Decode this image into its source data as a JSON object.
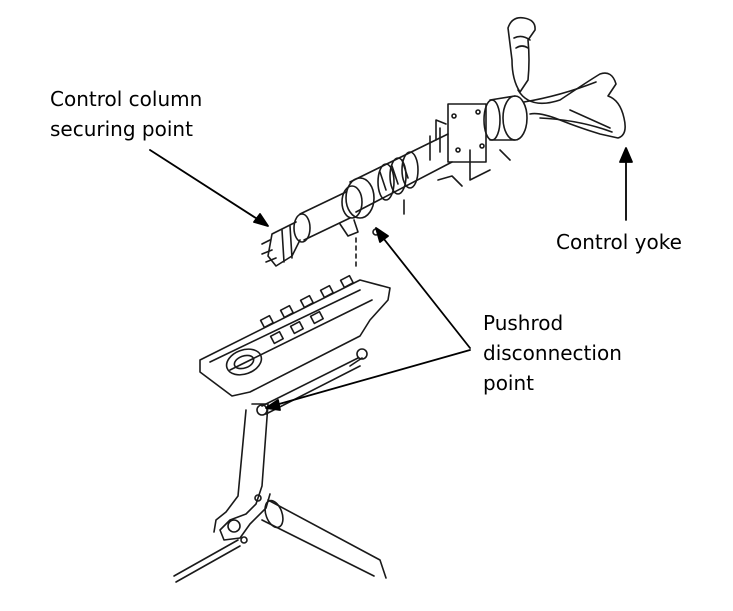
{
  "labels": {
    "securing_point": [
      "Control column",
      "securing point"
    ],
    "control_yoke": [
      "Control yoke"
    ],
    "pushrod": [
      "Pushrod",
      "disconnection",
      "point"
    ]
  },
  "colors": {
    "ink": "#000000",
    "line_art": "#1a1a1a",
    "background": "#ffffff"
  }
}
